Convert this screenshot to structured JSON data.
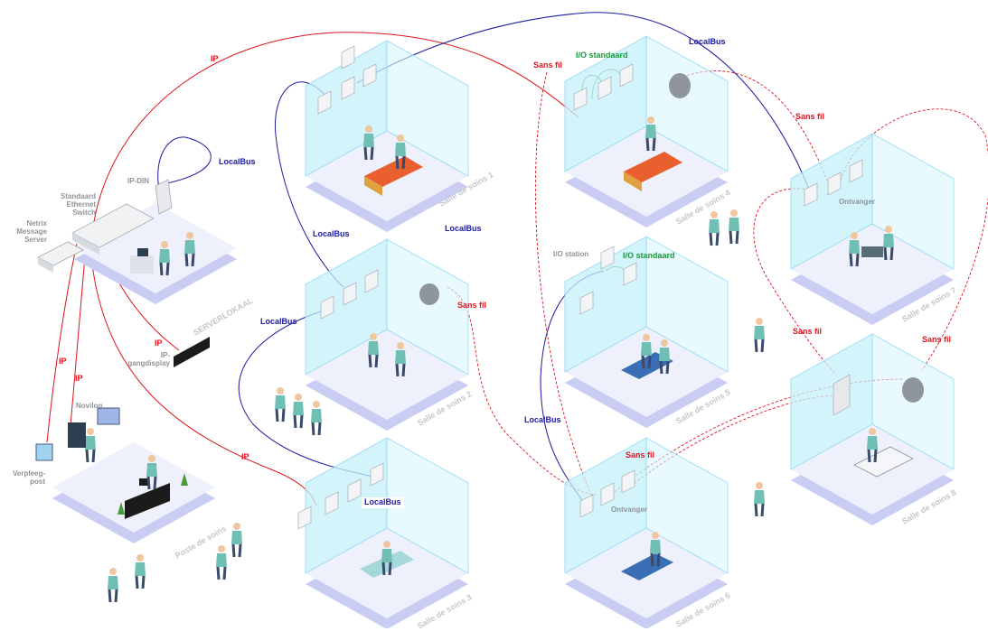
{
  "colors": {
    "ip": "#e0141e",
    "localbus": "#1a1aa0",
    "io_standard": "#1a9a3a",
    "wireless": "#e0141e",
    "floor_top": "#eef0fb",
    "floor_side": "#c9cdf3",
    "wall": "#bfeefa",
    "device_label": "#8f9398",
    "room_label": "#c4c7ce"
  },
  "rooms": {
    "server": "SERVERLOKAAL",
    "nurses": "Poste de soins",
    "r1": "Salle de soins 1",
    "r2": "Salle de soins 2",
    "r3": "Salle de soins 3",
    "r4": "Salle de soins 4",
    "r5": "Salle de soins 5",
    "r6": "Salle de soins 6",
    "r7": "Salle de soins 7",
    "r8": "Salle de soins 8"
  },
  "devices": {
    "ip_din": "IP-DIN",
    "switch": "Standaard Ethernet Switch",
    "message_server": "Netrix Message Server",
    "corridor_display": "IP-gangdisplay",
    "novilog": "Novilog",
    "nurse_post": "Verpleeg-post",
    "io_station": "I/O station",
    "receiver_r7": "Ontvanger",
    "receiver_r6": "Ontvanger"
  },
  "connections": {
    "ip_top": "IP",
    "ip_display": "IP",
    "ip_left_1": "IP",
    "ip_left_2": "IP",
    "ip_r3": "IP",
    "localbus_server": "LocalBus",
    "localbus_top": "LocalBus",
    "localbus_mid": "LocalBus",
    "localbus_free": "LocalBus",
    "localbus_r2": "LocalBus",
    "localbus_r3": "LocalBus",
    "localbus_r5": "LocalBus",
    "io_standard_r4": "I/O standaard",
    "io_standard_r5": "I/O standaard",
    "wireless_r4": "Sans fil",
    "wireless_r7": "Sans fil",
    "wireless_r2": "Sans fil",
    "wireless_r7_left": "Sans fil",
    "wireless_r8": "Sans fil",
    "wireless_r6": "Sans fil"
  }
}
